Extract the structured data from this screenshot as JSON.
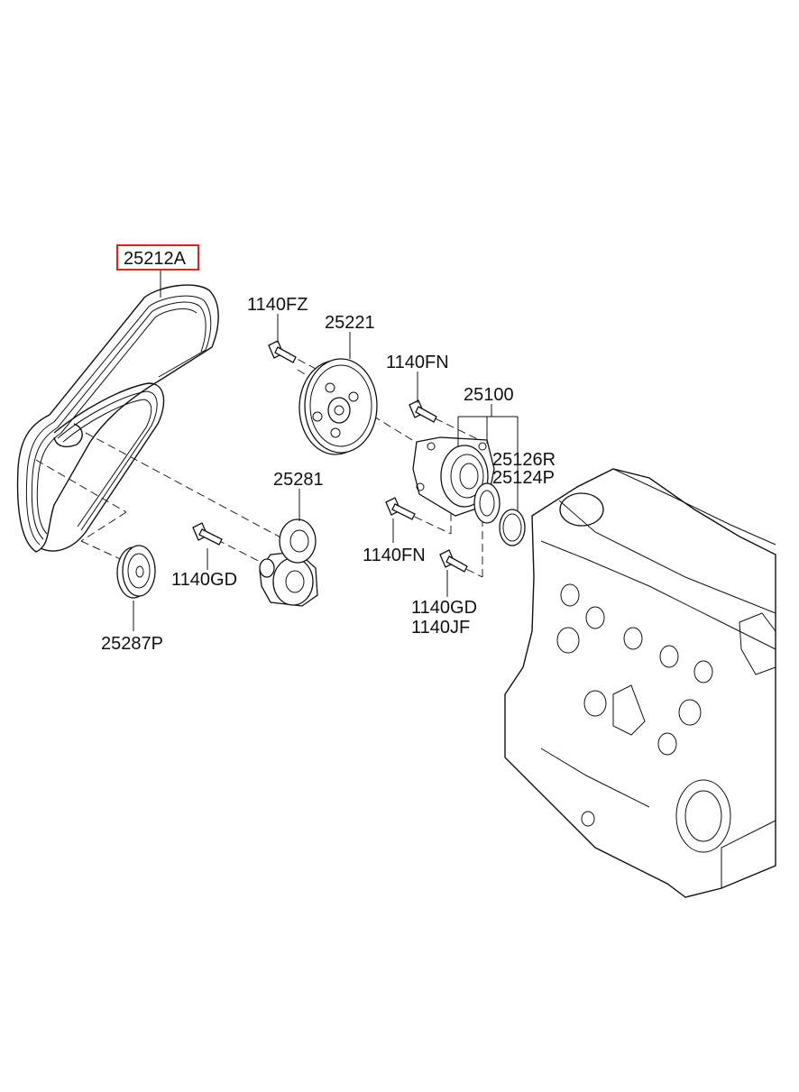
{
  "parts": {
    "belt": "25212A",
    "pulley_pump": "25221",
    "tensioner": "25281",
    "idler_pulley": "25287P",
    "water_pump": "25100",
    "gasket_r": "25126R",
    "gasket_p": "25124P",
    "bolt_fz": "1140FZ",
    "bolt_fn_top": "1140FN",
    "bolt_fn_mid": "1140FN",
    "bolt_gd_left": "1140GD",
    "bolt_gd_bottom": "1140GD",
    "bolt_jf": "1140JF"
  },
  "highlight": {
    "part": "25212A",
    "color": "#e02020"
  }
}
